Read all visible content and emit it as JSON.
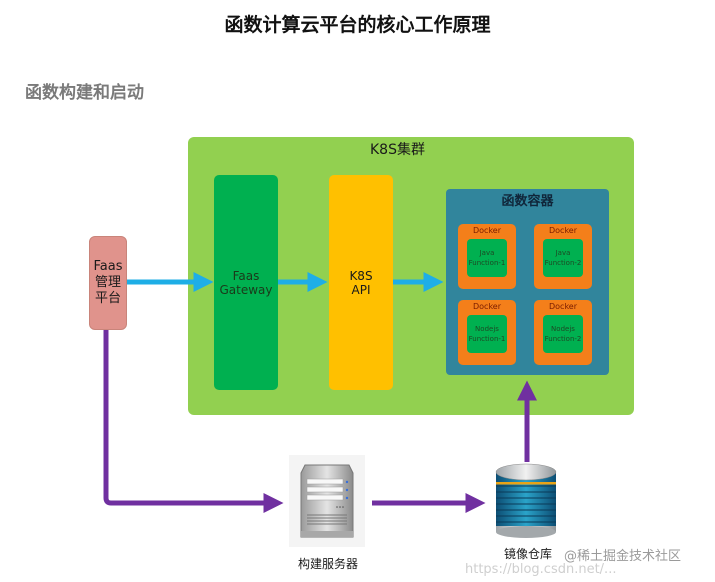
{
  "title": "函数计算云平台的核心工作原理",
  "section_heading": "函数构建和启动",
  "diagram": {
    "cluster": {
      "label": "K8S集群",
      "color": "#92d050"
    },
    "management_platform": {
      "lines": [
        "Faas",
        "管理",
        "平台"
      ],
      "color": "#e0938c"
    },
    "gateway": {
      "lines": [
        "Faas",
        "Gateway"
      ],
      "color": "#00b050"
    },
    "k8s_api": {
      "lines": [
        "K8S",
        "API"
      ],
      "color": "#ffc000"
    },
    "function_container": {
      "label": "函数容器",
      "color": "#31859c",
      "dockers": [
        {
          "label": "Docker",
          "function_lines": [
            "Java",
            "Function-1"
          ]
        },
        {
          "label": "Docker",
          "function_lines": [
            "Java",
            "Function-2"
          ]
        },
        {
          "label": "Docker",
          "function_lines": [
            "Nodejs",
            "Function-1"
          ]
        },
        {
          "label": "Docker",
          "function_lines": [
            "Nodejs",
            "Function-2"
          ]
        }
      ],
      "docker_color": "#f47f1a",
      "function_color": "#00b050"
    },
    "build_server": {
      "label": "构建服务器",
      "icon": "server-icon"
    },
    "image_repository": {
      "label": "镜像仓库",
      "icon": "database-icon"
    },
    "edges": [
      {
        "from": "Faas管理平台",
        "to": "Faas Gateway",
        "color": "#1eaee6"
      },
      {
        "from": "Faas Gateway",
        "to": "K8S API",
        "color": "#1eaee6"
      },
      {
        "from": "K8S API",
        "to": "函数容器",
        "color": "#1eaee6"
      },
      {
        "from": "Faas管理平台",
        "to": "构建服务器",
        "color": "#7030a0"
      },
      {
        "from": "构建服务器",
        "to": "镜像仓库",
        "color": "#7030a0"
      },
      {
        "from": "镜像仓库",
        "to": "函数容器",
        "color": "#7030a0"
      }
    ]
  },
  "watermark": "@稀土掘金技术社区",
  "watermark_url": "https://blog.csdn.net/..."
}
